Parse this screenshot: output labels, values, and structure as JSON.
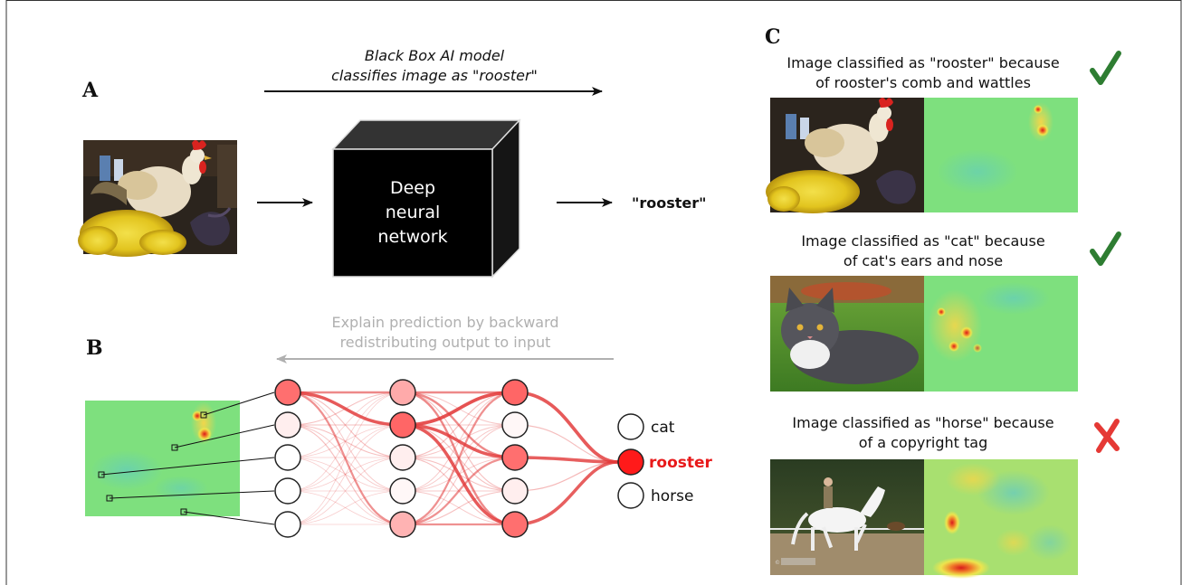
{
  "panel_a": {
    "letter": "A",
    "arrow_caption_line1": "Black Box AI model",
    "arrow_caption_line2": "classifies image as \"rooster\"",
    "box_line1": "Deep",
    "box_line2": "neural",
    "box_line3": "network",
    "output_label": "\"rooster\""
  },
  "panel_b": {
    "letter": "B",
    "caption_line1": "Explain prediction by backward",
    "caption_line2": "redistributing output to input",
    "outputs": [
      "cat",
      "rooster",
      "horse"
    ],
    "active_output": "rooster"
  },
  "panel_c": {
    "letter": "C",
    "examples": [
      {
        "line1": "Image classified as \"rooster\" because",
        "line2": "of rooster's comb and wattles",
        "verdict": "check-mark"
      },
      {
        "line1": "Image classified as \"cat\" because",
        "line2": "of cat's ears and nose",
        "verdict": "check-mark"
      },
      {
        "line1": "Image classified as \"horse\" because",
        "line2": "of a copyright tag",
        "verdict": "cross-mark"
      }
    ]
  },
  "colors": {
    "heatmap_base": "#7ee07e",
    "hot": "#e8342a",
    "warm": "#f2e84a",
    "node_red": "#e85a5a",
    "check": "#2e8b2e",
    "cross": "#e53935",
    "caption_grey": "#b0b0b0"
  },
  "canvas": {
    "width": 1306,
    "height": 647
  }
}
